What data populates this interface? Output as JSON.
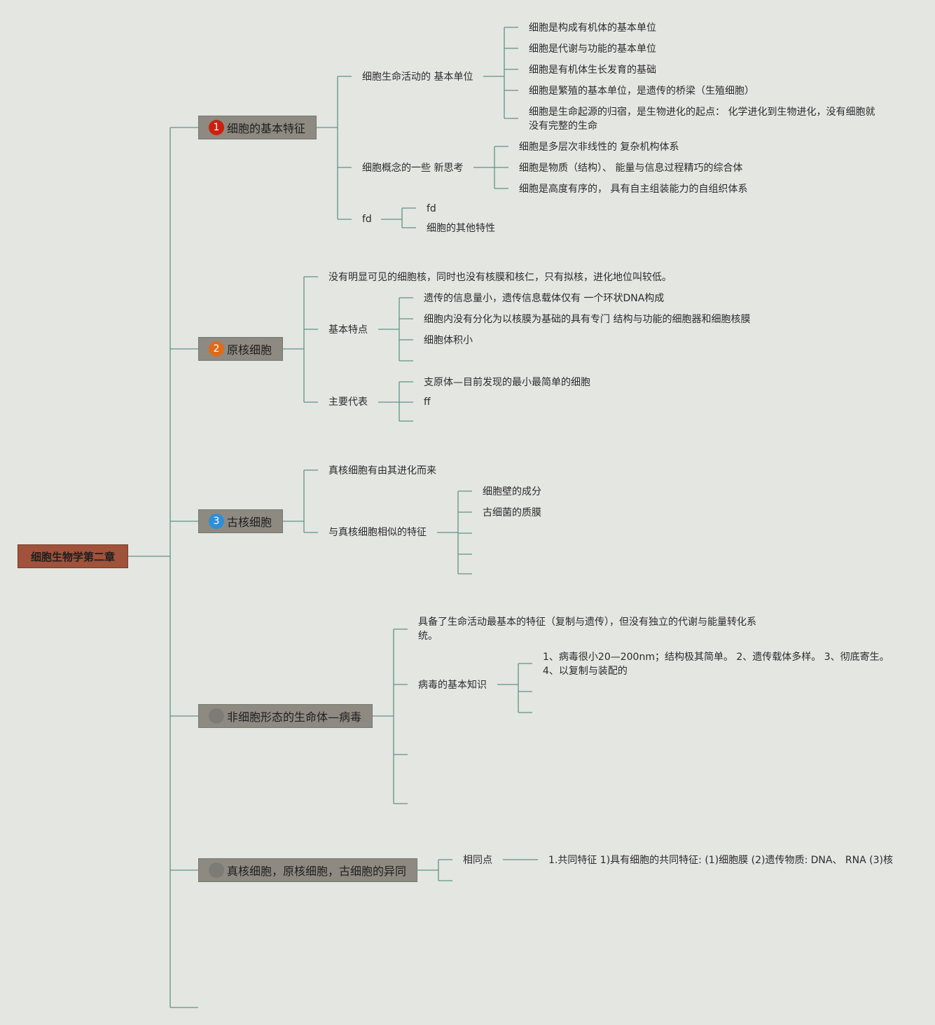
{
  "root": {
    "label": "细胞生物学第二章"
  },
  "topics": [
    {
      "badge": "1",
      "badge_color": "#cc1f0f",
      "label": "细胞的基本特征"
    },
    {
      "badge": "2",
      "badge_color": "#e06a1a",
      "label": "原核细胞"
    },
    {
      "badge": "3",
      "badge_color": "#2f8fd6",
      "label": "古核细胞"
    },
    {
      "badge": "",
      "badge_color": "#7d7b75",
      "label": "非细胞形态的生命体—病毒"
    },
    {
      "badge": "",
      "badge_color": "#7d7b75",
      "label": "真核细胞，原核细胞，古细胞的异同"
    }
  ],
  "t1": {
    "a": "细胞生命活动的 基本单位",
    "a_items": [
      "细胞是构成有机体的基本单位",
      "细胞是代谢与功能的基本单位",
      "细胞是有机体生长发育的基础",
      "细胞是繁殖的基本单位，是遗传的桥梁（生殖细胞）",
      "细胞是生命起源的归宿，是生物进化的起点： 化学进化到生物进化，没有细胞就没有完整的生命"
    ],
    "b": "细胞概念的一些 新思考",
    "b_items": [
      "细胞是多层次非线性的 复杂机构体系",
      "细胞是物质（结构）、 能量与信息过程精巧的综合体",
      "细胞是高度有序的， 具有自主组装能力的自组织体系"
    ],
    "c": "fd",
    "c_items": [
      "fd",
      "细胞的其他特性"
    ]
  },
  "t2": {
    "a": "没有明显可见的细胞核，同时也没有核膜和核仁，只有拟核，进化地位叫较低。",
    "b": "基本特点",
    "b_items": [
      "遗传的信息量小，遗传信息载体仅有 一个环状DNA构成",
      "细胞内没有分化为以核膜为基础的具有专门 结构与功能的细胞器和细胞核膜",
      "细胞体积小"
    ],
    "c": "主要代表",
    "c_items": [
      "支原体—目前发现的最小最简单的细胞",
      "ff"
    ]
  },
  "t3": {
    "a": "真核细胞有由其进化而来",
    "b": "与真核细胞相似的特征",
    "b_items": [
      "细胞壁的成分",
      "古细菌的质膜"
    ]
  },
  "t4": {
    "a": "具备了生命活动最基本的特征（复制与遗传），但没有独立的代谢与能量转化系统。",
    "b": "病毒的基本知识",
    "b_items": [
      "1、病毒很小20—200nm；结构极其简单。 2、遗传载体多样。 3、彻底寄生。 4、以复制与装配的"
    ]
  },
  "t5": {
    "a": "相同点",
    "a_item": "1.共同特征 1)具有细胞的共同特征: (1)细胞膜 (2)遗传物质: DNA、 RNA (3)核"
  }
}
